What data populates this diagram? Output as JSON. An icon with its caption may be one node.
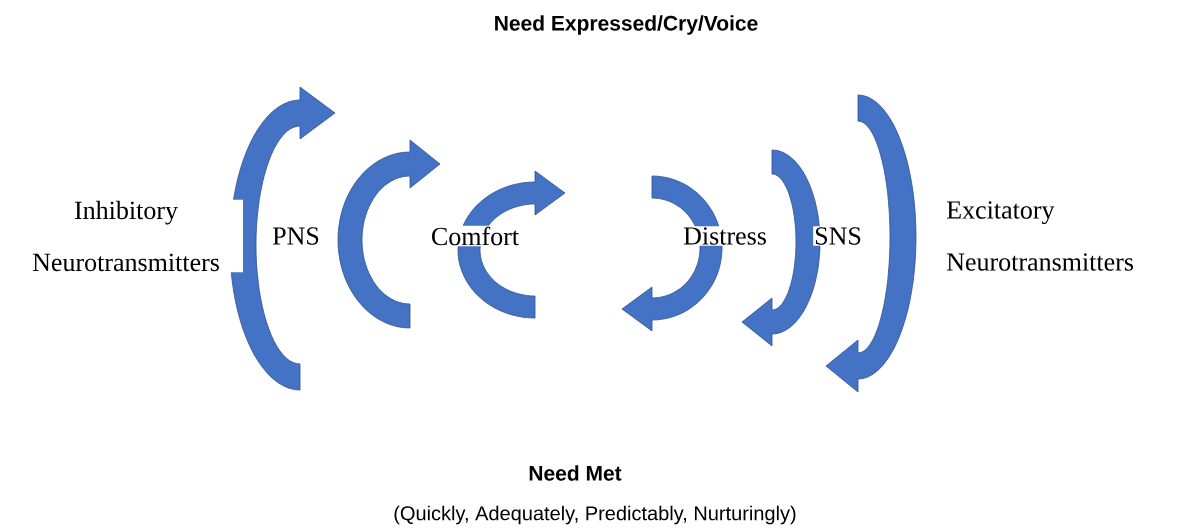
{
  "diagram": {
    "title": "Need Expressed/Cry/Voice",
    "labels": [
      "Inhibitory Neurotransmitters",
      "PNS",
      "Comfort",
      "Distress",
      "SNS",
      "Excitatory Neurotransmitters",
      "Need Met",
      "(Quickly, Adequately, Predictably, Nurturingly)"
    ]
  }
}
